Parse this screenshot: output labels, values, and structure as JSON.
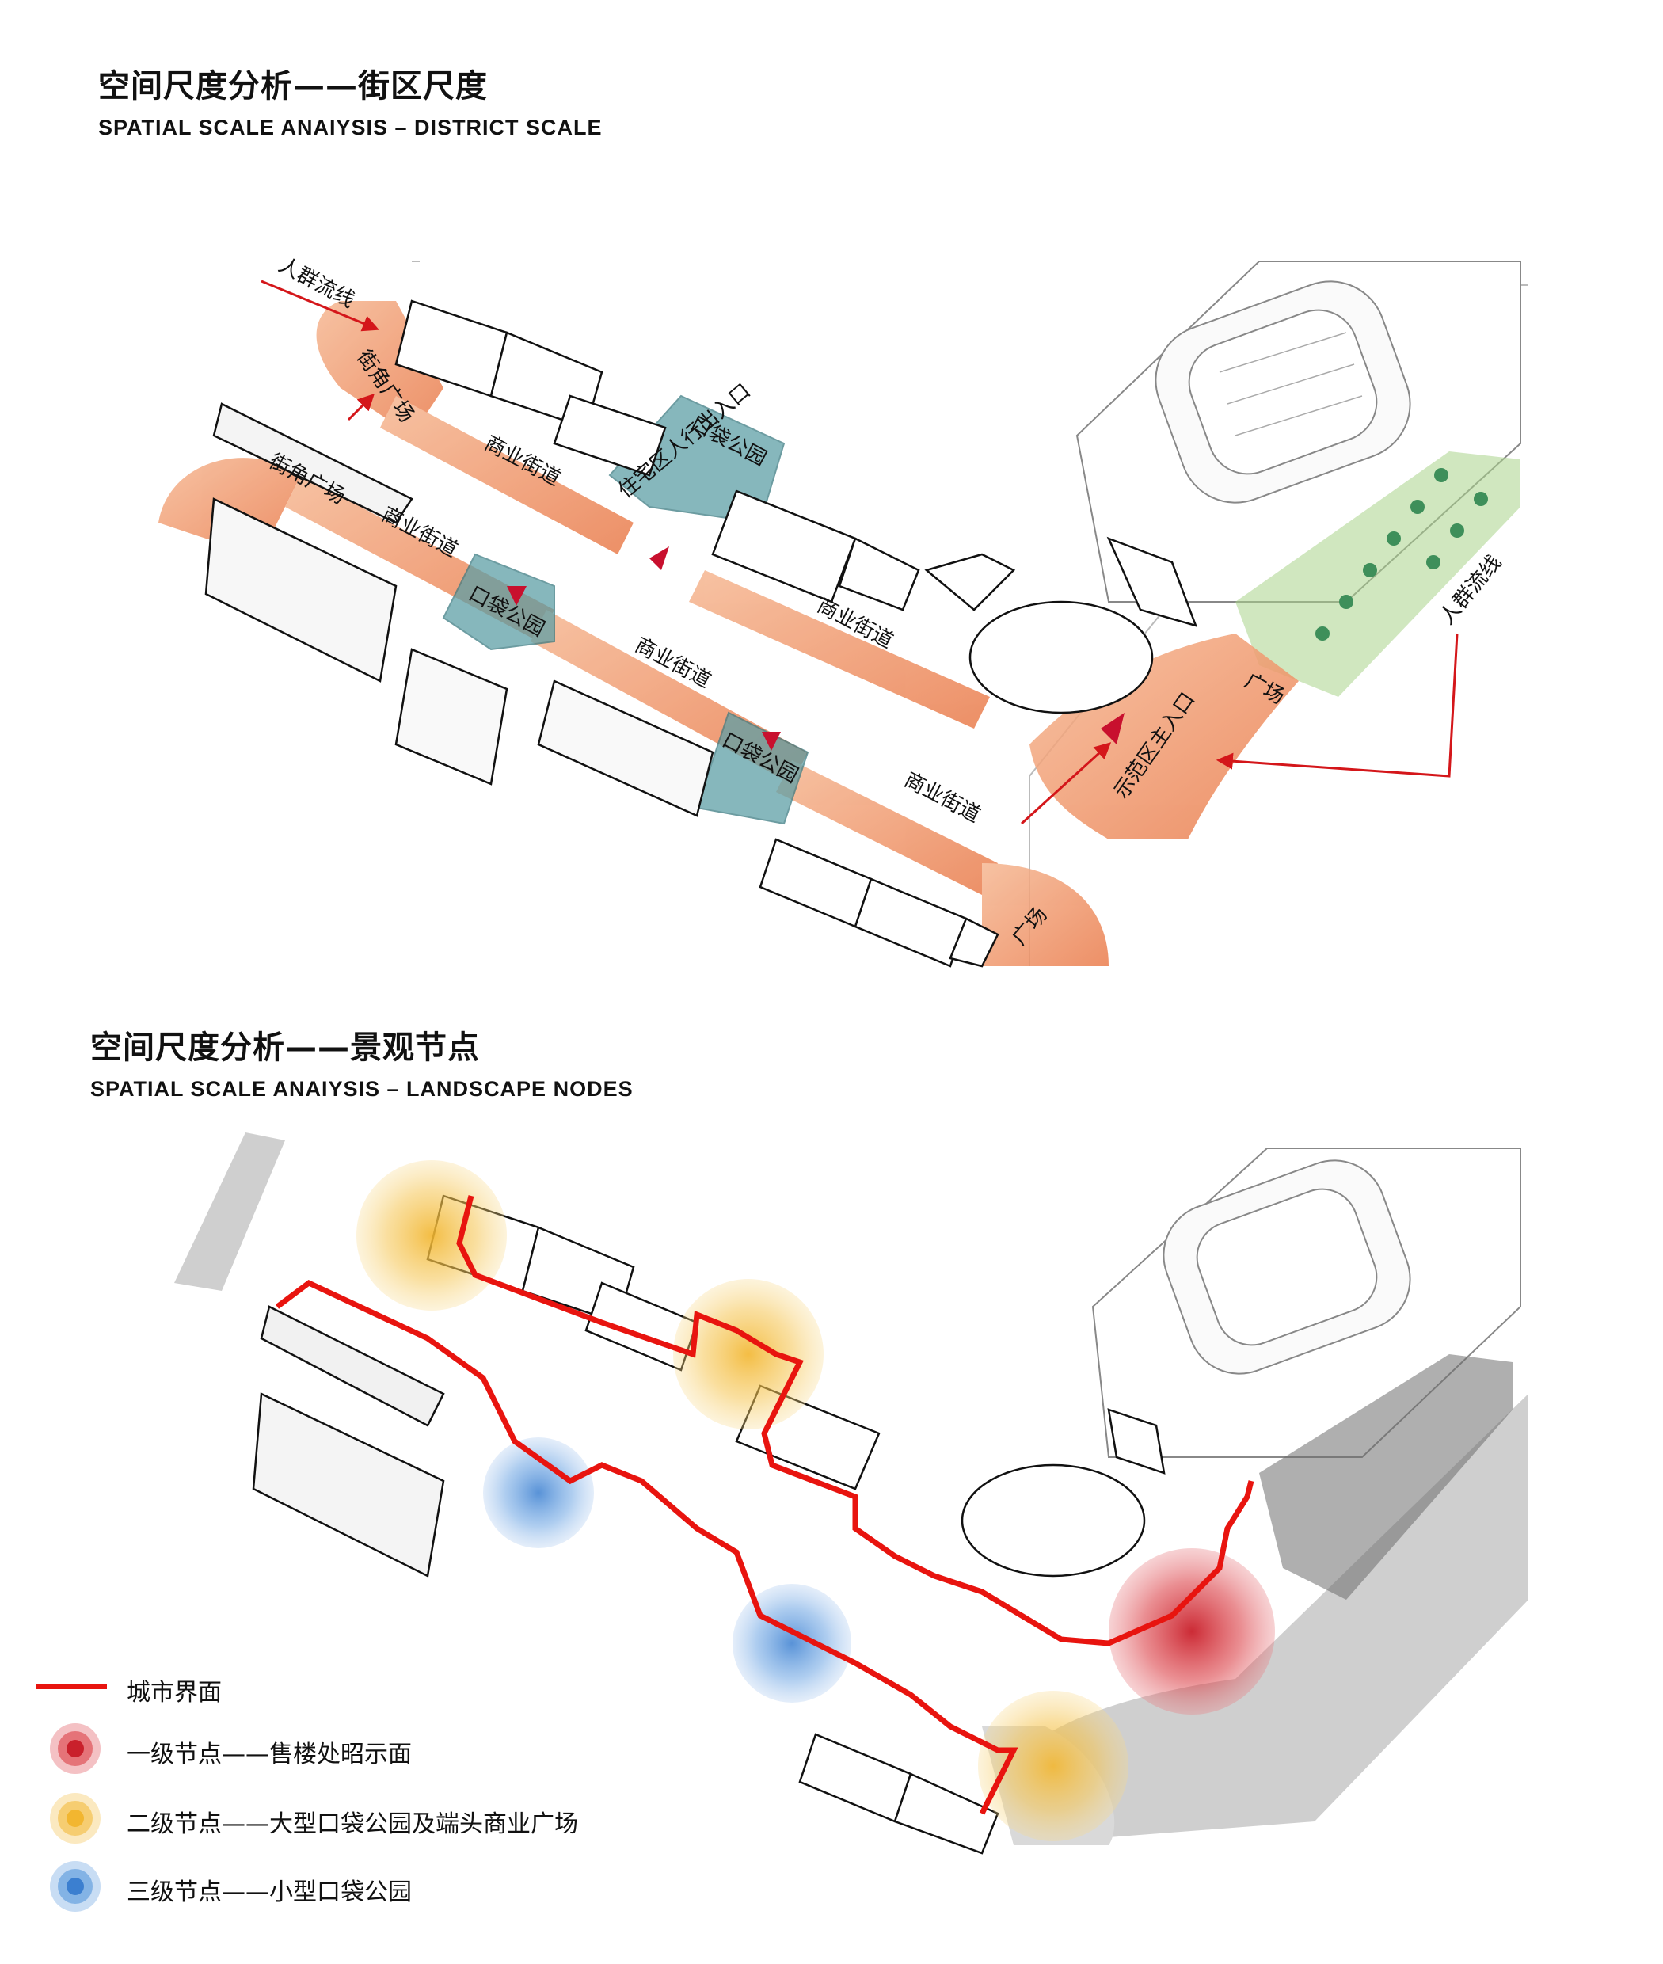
{
  "section1": {
    "title_cn": "空间尺度分析——街区尺度",
    "title_en": "SPATIAL SCALE ANAIYSIS – DISTRICT SCALE",
    "labels": {
      "crowd_flow_left": "人群流线",
      "crowd_flow_right": "人群流线",
      "corner_plaza_top": "街角广场",
      "corner_plaza_left": "街角广场",
      "commercial_street_1": "商业街道",
      "commercial_street_2": "商业街道",
      "commercial_street_3": "商业街道",
      "commercial_street_4": "商业街道",
      "commercial_street_5": "商业街道",
      "pocket_park_top": "口袋公园",
      "pocket_park_mid": "口袋公园",
      "pocket_park_bottom": "口袋公园",
      "residential_entrance": "住宅区人行出入口",
      "plaza_right": "广场",
      "plaza_bottom": "广场",
      "demo_main_entrance": "示范区主入口"
    }
  },
  "section2": {
    "title_cn": "空间尺度分析——景观节点",
    "title_en": "SPATIAL SCALE ANAIYSIS – LANDSCAPE NODES"
  },
  "legend": {
    "urban_interface": "城市界面",
    "level1": "一级节点——售楼处昭示面",
    "level2": "二级节点——大型口袋公园及端头商业广场",
    "level3": "三级节点——小型口袋公园"
  },
  "colors": {
    "orange_zone": "#ee8a5c",
    "teal_zone": "#5e9fa6",
    "green_zone": "#a9d38a",
    "red_line": "#e8140f",
    "node_red": "#d9333a",
    "node_yellow": "#f2b630",
    "node_blue": "#4a8fd9"
  }
}
